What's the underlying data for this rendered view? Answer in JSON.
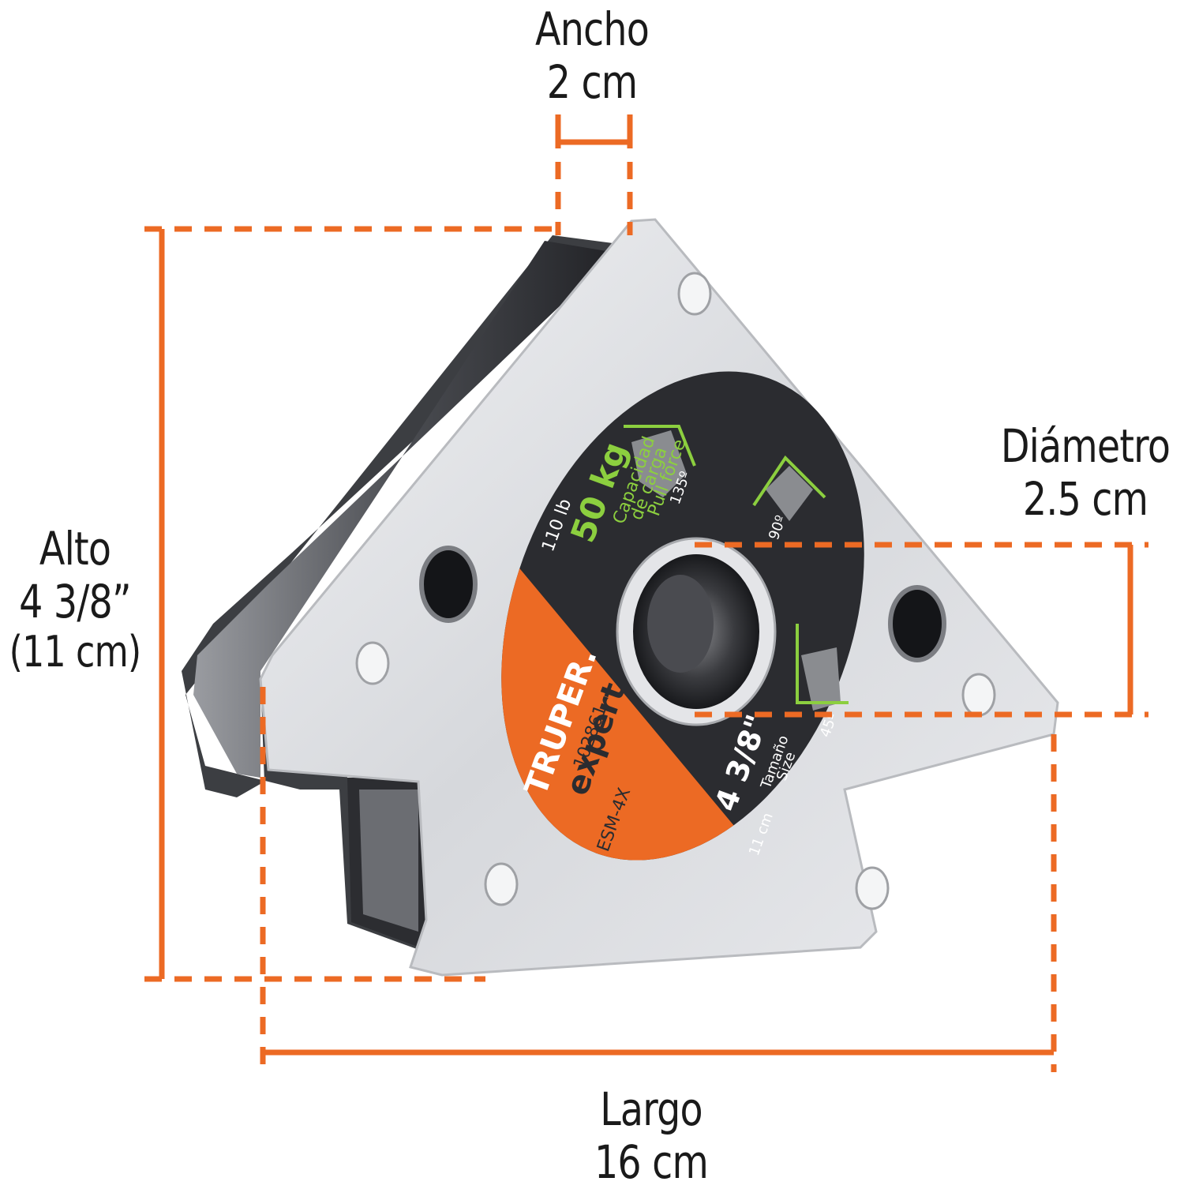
{
  "dimensions": {
    "ancho": {
      "label": "Ancho",
      "value": "2 cm"
    },
    "alto": {
      "label": "Alto",
      "value": "4 3/8”",
      "value_alt": "(11 cm)"
    },
    "diametro": {
      "label": "Diámetro",
      "value": "2.5 cm"
    },
    "largo": {
      "label": "Largo",
      "value": "16 cm"
    }
  },
  "product_label": {
    "brand": "TRUPER.",
    "line": "expert",
    "model": "ESM-4X",
    "code": "102861",
    "capacity_kg": "50 kg",
    "capacity_lb": "110 lb",
    "capacity_es_1": "Capacidad",
    "capacity_es_2": "de carga",
    "capacity_en": "Pull force",
    "size": "4 3/8\"",
    "size_cm": "11 cm",
    "size_es": "Tamaño",
    "size_en": "Size",
    "angle_135": "135º",
    "angle_90": "90º",
    "angle_45": "45º"
  },
  "colors": {
    "accent_orange": "#ec6a24",
    "label_dark": "#2b2c30",
    "label_green": "#8ccf3f",
    "metal": "#d9dbde",
    "text_dark": "#1a1a1a"
  }
}
